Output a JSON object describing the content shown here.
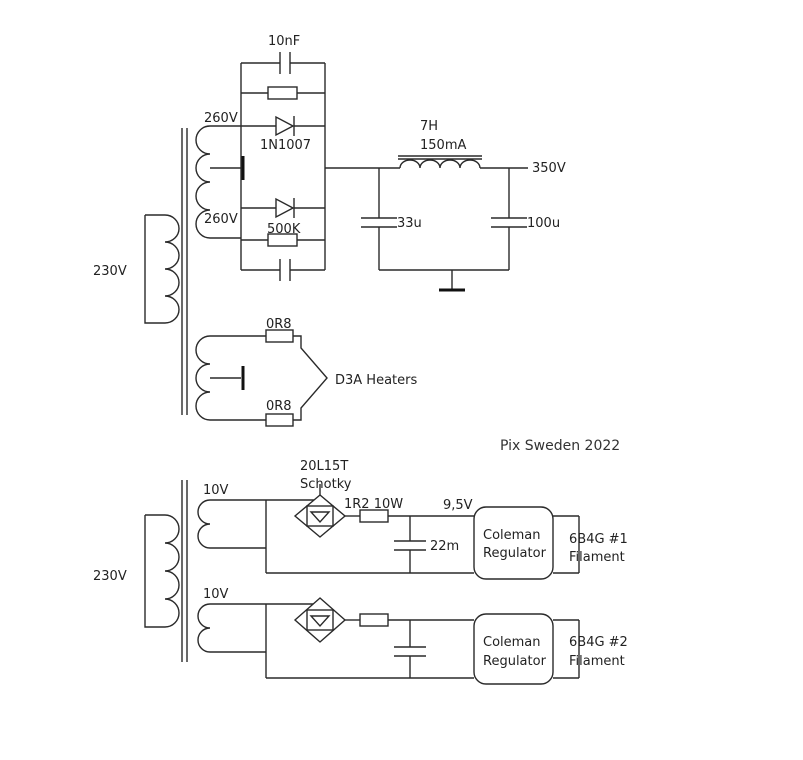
{
  "labels": {
    "cap_top": "10nF",
    "v_upper": "260V",
    "diode_upper": "1N1007",
    "v_lower": "260V",
    "res_500k": "500K",
    "mains_1": "230V",
    "choke_l": "7H",
    "choke_i": "150mA",
    "out_hv": "350V",
    "cap_33u": "33u",
    "cap_100u": "100u",
    "res_heater_upper": "0R8",
    "res_heater_lower": "0R8",
    "heaters": "D3A Heaters",
    "credit": "Pix Sweden 2022",
    "bridge_part": "20L15T",
    "bridge_type": "Schotky",
    "res_1r2": "1R2 10W",
    "v_filament": "9,5V",
    "v_sec_1": "10V",
    "cap_22m": "22m",
    "mains_2": "230V",
    "reg1_line1": "Coleman",
    "reg1_line2": "Regulator",
    "fil1_line1": "6B4G #1",
    "fil1_line2": "Filament",
    "v_sec_2": "10V",
    "reg2_line1": "Coleman",
    "reg2_line2": "Regulator",
    "fil2_line1": "6B4G #2",
    "fil2_line2": "Filament"
  }
}
